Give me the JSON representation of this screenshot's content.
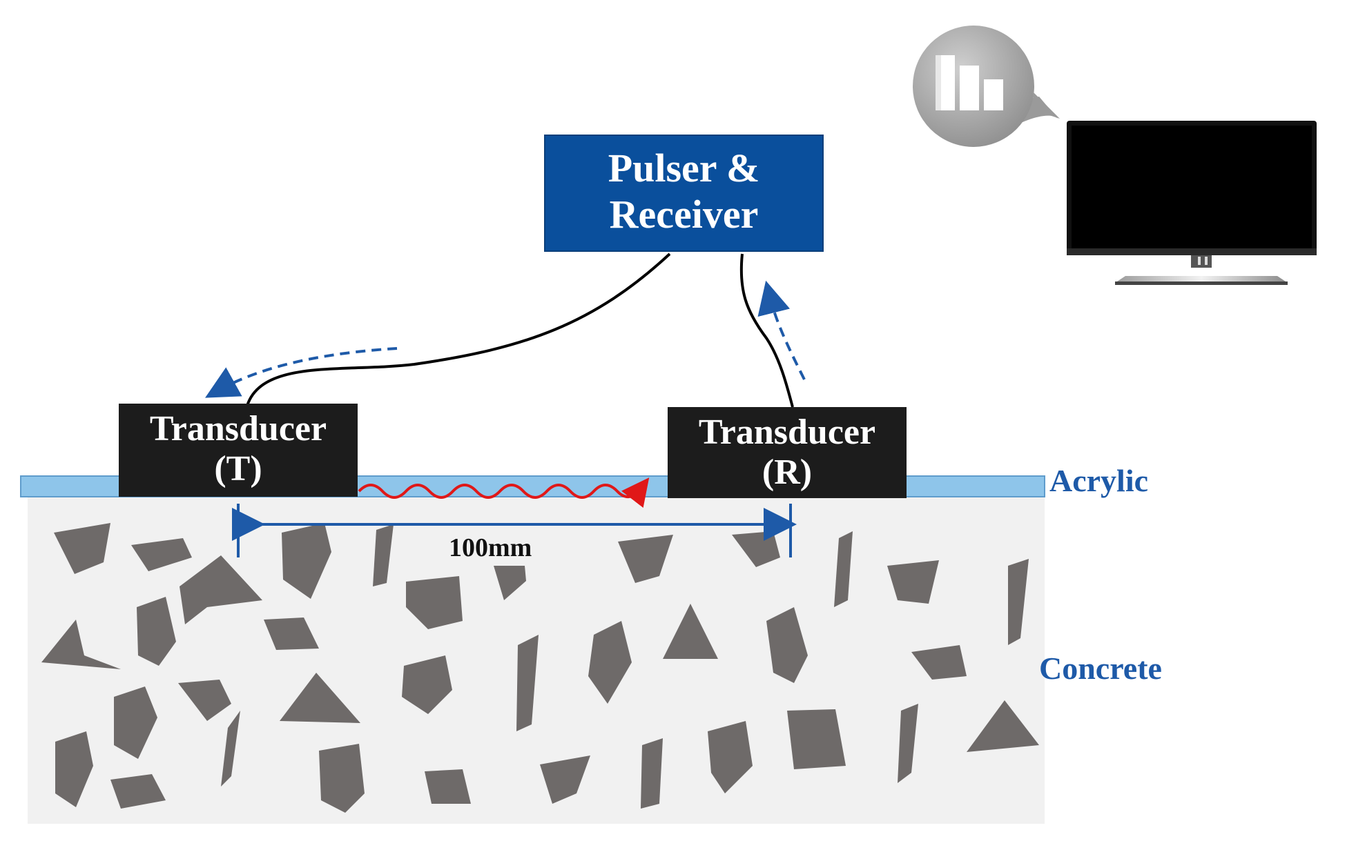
{
  "pulser_receiver": {
    "line1": "Pulser &",
    "line2": "Receiver"
  },
  "transducer_t": {
    "line1": "Transducer",
    "line2": "(T)"
  },
  "transducer_r": {
    "line1": "Transducer",
    "line2": "(R)"
  },
  "labels": {
    "acrylic": "Acrylic",
    "concrete": "Concrete",
    "distance": "100mm"
  },
  "colors": {
    "pulser_box": "#0a4f9c",
    "transducer": "#1c1c1c",
    "acrylic": "#8ec5ea",
    "concrete": "#f1f1f1",
    "aggregate": "#6e6a69",
    "label_blue": "#1e5aa8",
    "wave": "#e01818"
  },
  "icons": [
    "bar-chart-bubble-icon",
    "monitor-icon"
  ]
}
